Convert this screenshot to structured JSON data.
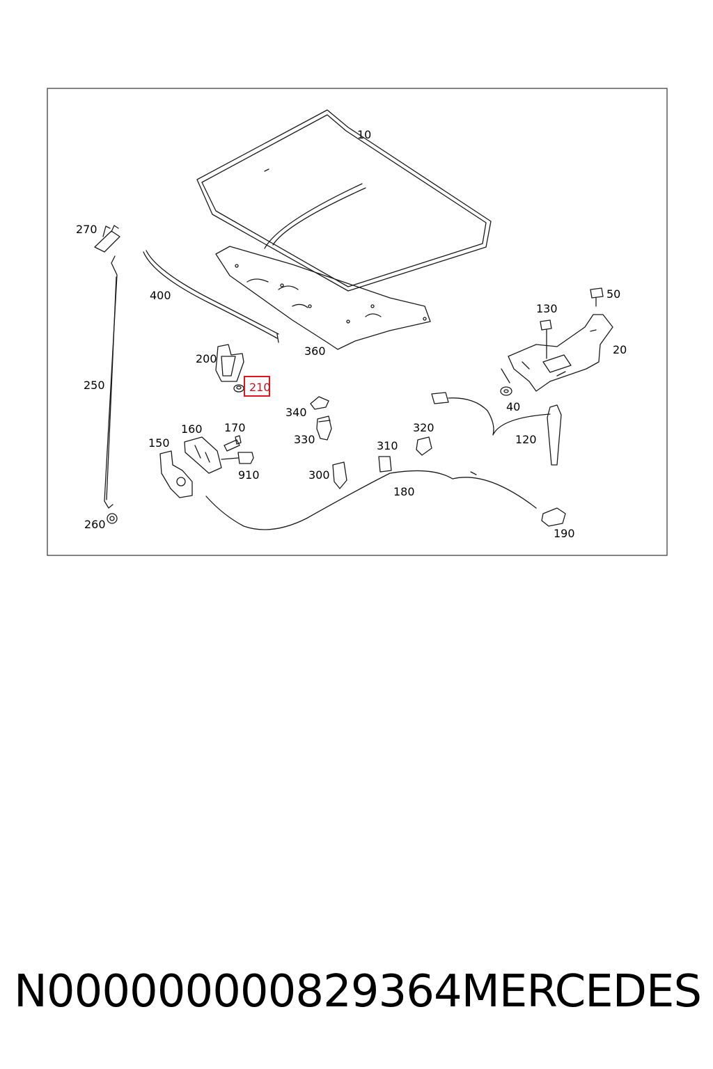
{
  "diagram": {
    "callouts": [
      "10",
      "20",
      "40",
      "50",
      "120",
      "130",
      "150",
      "160",
      "170",
      "180",
      "190",
      "200",
      "210",
      "250",
      "260",
      "270",
      "300",
      "310",
      "320",
      "330",
      "340",
      "360",
      "400",
      "910"
    ],
    "highlighted_callout": "210",
    "highlight_color": "#e0141e"
  },
  "footer": {
    "part_number": "N000000000829364",
    "brand": "MERCEDES"
  }
}
